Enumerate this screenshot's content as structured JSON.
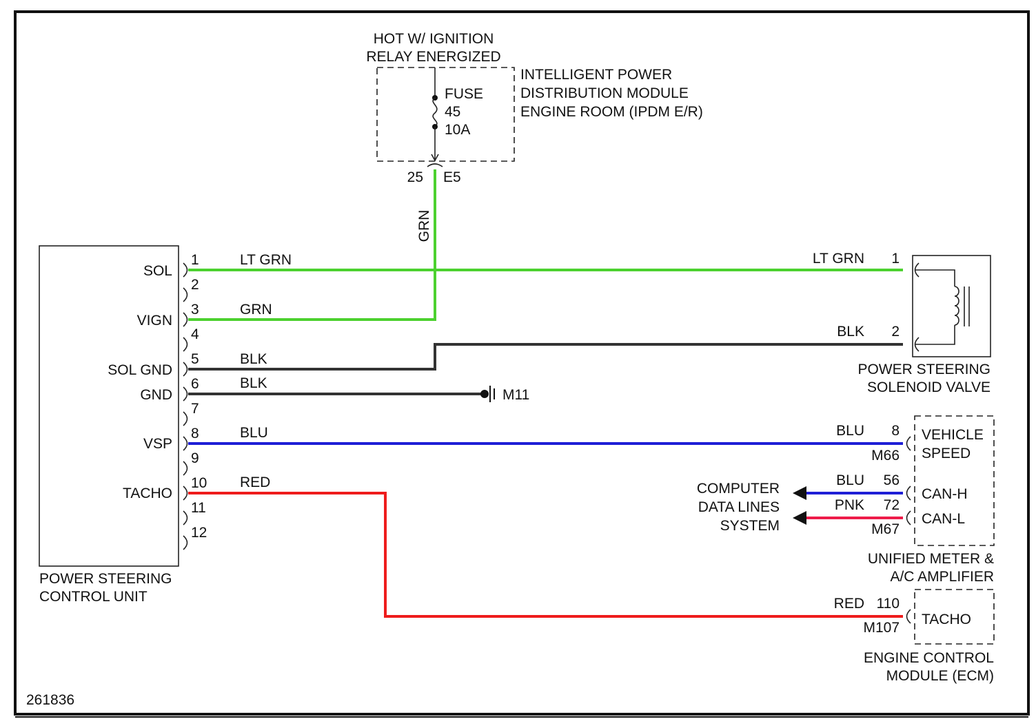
{
  "figure_id": "261836",
  "colors": {
    "grn": "#4cd12f",
    "ltgrn": "#4cd12f",
    "blk": "#333333",
    "blu": "#1f1fd6",
    "red": "#ee1c1c",
    "pnk": "#ee1c4a"
  },
  "power_source": {
    "line1": "HOT W/ IGNITION",
    "line2": "RELAY ENERGIZED"
  },
  "ipdm": {
    "line1": "INTELLIGENT POWER",
    "line2": "DISTRIBUTION MODULE",
    "line3": "ENGINE ROOM (IPDM E/R)",
    "fuse_label": "FUSE",
    "fuse_number": "45",
    "fuse_rating": "10A",
    "pin": "25",
    "connector": "E5",
    "wire_color": "GRN"
  },
  "control_unit": {
    "name_line1": "POWER STEERING",
    "name_line2": "CONTROL UNIT",
    "terminal_labels": {
      "sol": "SOL",
      "vign": "VIGN",
      "sol_gnd": "SOL GND",
      "gnd": "GND",
      "vsp": "VSP",
      "tacho": "TACHO"
    },
    "pins": [
      "1",
      "2",
      "3",
      "4",
      "5",
      "6",
      "7",
      "8",
      "9",
      "10",
      "11",
      "12"
    ],
    "wire_labels": {
      "pin1": "LT GRN",
      "pin3": "GRN",
      "pin5": "BLK",
      "pin6": "BLK",
      "pin8": "BLU",
      "pin10": "RED"
    }
  },
  "ground": {
    "label": "M11"
  },
  "solenoid": {
    "name_line1": "POWER STEERING",
    "name_line2": "SOLENOID VALVE",
    "pin1": "1",
    "pin1_wire": "LT GRN",
    "pin2": "2",
    "pin2_wire": "BLK"
  },
  "meter": {
    "name_line1": "UNIFIED METER &",
    "name_line2": "A/C AMPLIFIER",
    "vehicle_speed_line1": "VEHICLE",
    "vehicle_speed_line2": "SPEED",
    "vsp_pin": "8",
    "vsp_wire": "BLU",
    "vsp_connector": "M66",
    "canh_label": "CAN-H",
    "canh_pin": "56",
    "canh_wire": "BLU",
    "canl_label": "CAN-L",
    "canl_pin": "72",
    "canl_wire": "PNK",
    "can_connector": "M67"
  },
  "data_lines": {
    "line1": "COMPUTER",
    "line2": "DATA LINES",
    "line3": "SYSTEM"
  },
  "ecm": {
    "name_line1": "ENGINE CONTROL",
    "name_line2": "MODULE (ECM)",
    "tacho_label": "TACHO",
    "pin": "110",
    "wire": "RED",
    "connector": "M107"
  }
}
